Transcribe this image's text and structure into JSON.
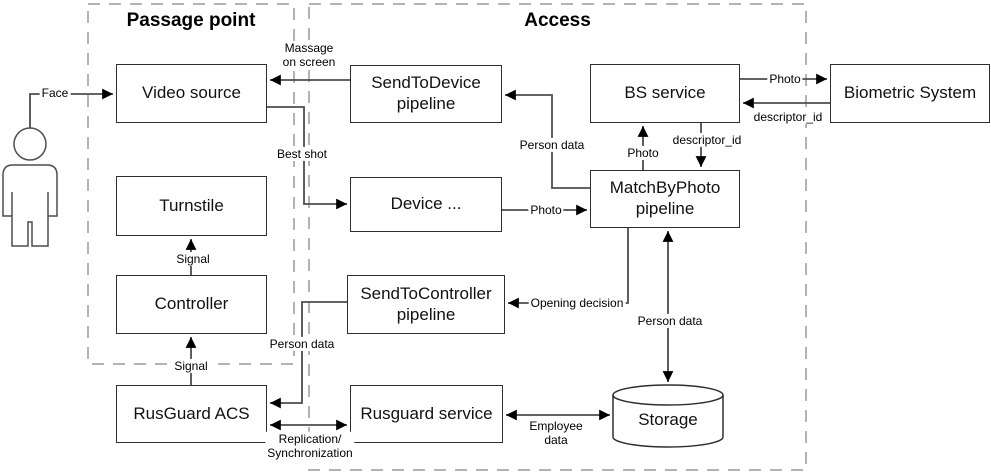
{
  "diagram": {
    "groups": {
      "passage_point": "Passage point",
      "access": "Access"
    },
    "nodes": {
      "video_source": "Video source",
      "turnstile": "Turnstile",
      "controller": "Controller",
      "rusguard_acs": "RusGuard ACS",
      "send_to_device": "SendToDevice\npipeline",
      "device": "Device ...",
      "send_to_controller": "SendToController\npipeline",
      "rusguard_service": "Rusguard service",
      "bs_service": "BS service",
      "match_by_photo": "MatchByPhoto\npipeline",
      "biometric_system": "Biometric System",
      "storage": "Storage"
    },
    "edge_labels": {
      "face": "Face",
      "massage_on_screen": "Massage\non screen",
      "best_shot": "Best shot",
      "person_data_to_device_pipeline": "Person data",
      "photo_device_to_match": "Photo",
      "photo_match_to_bs": "Photo",
      "descriptor_id_bs_to_match": "descriptor_id",
      "photo_bs_to_biometric": "Photo",
      "descriptor_id_biometric_to_bs": "descriptor_id",
      "opening_decision": "Opening decision",
      "person_data_match_storage": "Person data",
      "signal_controller_to_turnstile": "Signal",
      "signal_acs_to_controller": "Signal",
      "person_data_to_acs": "Person data",
      "replication": "Replication/\nSynchronization",
      "employee_data": "Employee\ndata"
    },
    "colors": {
      "connector": "#4d4d4d",
      "node_border": "#2e2e2e",
      "group_border": "#b3b3b3",
      "arrowhead": "#000000",
      "text": "#000000"
    }
  }
}
